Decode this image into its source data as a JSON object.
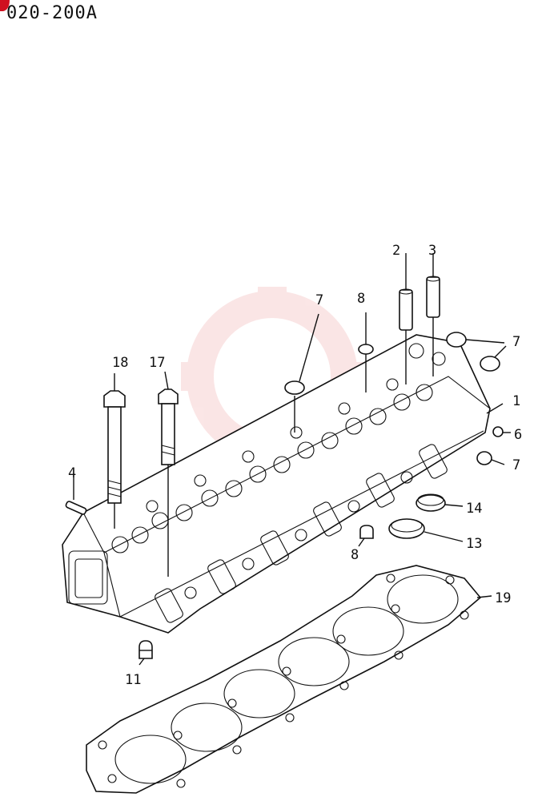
{
  "page_code": "020-200A",
  "callouts": {
    "c1": "1",
    "c2": "2",
    "c3": "3",
    "c4": "4",
    "c6": "6",
    "c7a": "7",
    "c7b": "7",
    "c7c": "7",
    "c8a": "8",
    "c8b": "8",
    "c11": "11",
    "c13": "13",
    "c14": "14",
    "c17": "17",
    "c18": "18",
    "c19": "19"
  },
  "colors": {
    "line": "#111111",
    "corner_mark": "#d01020",
    "watermark": "#f3b7b7"
  }
}
